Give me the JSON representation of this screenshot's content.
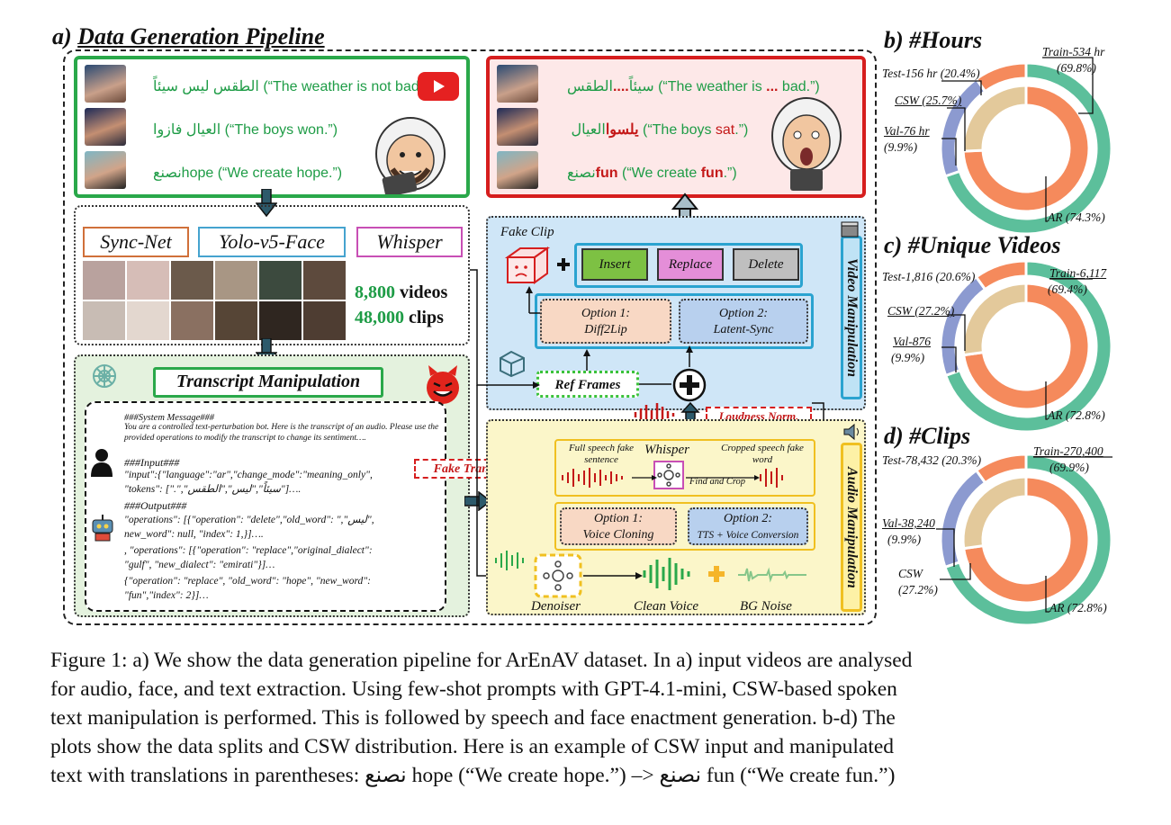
{
  "section_a": {
    "prefix": "a) ",
    "title": "Data Generation Pipeline"
  },
  "section_b": "b) #Hours",
  "section_c": "c) #Unique Videos",
  "section_d": "d) #Clips",
  "real_lines": [
    {
      "arabic": "الطقس ليس سيئاً",
      "english": " (“The weather is not bad.”)"
    },
    {
      "arabic": "العيال فازوا",
      "english": " (“The boys won.”)"
    },
    {
      "arabic": "نصنع",
      "code_word": "hope",
      "english": " (“We create hope.”)"
    }
  ],
  "fake_lines": [
    {
      "arabic_pre": "الطقس",
      "arabic_fake": "....",
      "arabic_post": "سيئاً",
      "english_pre": " (“The weather is ",
      "english_fake": "...",
      "english_post": " bad.”)"
    },
    {
      "arabic_pre": "العيال ",
      "arabic_fake": "يلسوا",
      "english_pre": " (“The boys ",
      "english_fake": "sat",
      "english_post": ".”)"
    },
    {
      "arabic_pre": "نصنع",
      "arabic_fake": "fun",
      "english_pre": " (“We create ",
      "english_fake": "fun",
      "english_post": ".”)"
    }
  ],
  "tools": [
    "Sync-Net",
    "Yolo-v5-Face",
    "Whisper"
  ],
  "stats": {
    "videos_num": "8,800",
    "videos_label": " videos",
    "clips_num": "48,000",
    "clips_label": " clips"
  },
  "transcript": {
    "title": "Transcript Manipulation",
    "fake_transcripts": "Fake Transcripts",
    "system_header": "###System Message###",
    "system_msg": "You are a controlled text-perturbation bot. Here is the transcript of an audio. Please use the provided operations to modify the transcript to change its sentiment….",
    "input_header": "###Input###",
    "input_1": "\"input\":{\"language\":\"ar\",\"change_mode\":\"meaning_only\",",
    "input_2": "\"tokens\": [\".\",\"سيئاً\",\"ليس\",\"الطقس\"]….",
    "output_header": "###Output###",
    "output_1": "\"operations\": [{\"operation\": \"delete\",\"old_word\": \",\"ليس\",",
    "output_2": "new_word\": null, \"index\": 1,}]….",
    "output_3": ", \"operations\": [{\"operation\": \"replace\",\"original_dialect\":",
    "output_4": "\"gulf\", \"new_dialect\": \"emirati\"}]…",
    "output_5": "{\"operation\": \"replace\", \"old_word\": \"hope\", \"new_word\":",
    "output_6": "\"fun\",\"index\": 2}]…"
  },
  "video": {
    "fake_clip": "Fake Clip",
    "ops": [
      "Insert",
      "Replace",
      "Delete"
    ],
    "opt1": [
      "Option 1:",
      "Diff2Lip"
    ],
    "opt2": [
      "Option 2:",
      "Latent-Sync"
    ],
    "ref_frames": "Ref Frames",
    "title": "Video Manipulation",
    "loudness": "Loudness Norm."
  },
  "audio": {
    "title": "Audio Manipulation",
    "full_speech": "Full speech fake sentence",
    "whisper": "Whisper",
    "cropped": "Cropped speech fake word",
    "find_crop": "Find and Crop",
    "opt1": [
      "Option 1:",
      "Voice Cloning"
    ],
    "opt2": [
      "Option 2:",
      "TTS + Voice Conversion"
    ],
    "denoiser": "Denoiser",
    "clean_voice": "Clean Voice",
    "bg_noise": "BG Noise"
  },
  "donut_labels": {
    "hours": {
      "train": "Train-534 hr",
      "train_pct": "(69.8%)",
      "test": "Test-156 hr (20.4%)",
      "csw": "CSW (25.7%)",
      "val": "Val-76 hr",
      "val_pct": "(9.9%)",
      "ar": "AR (74.3%)"
    },
    "videos": {
      "test": "Test-1,816 (20.6%)",
      "train": "Train-6,117",
      "train_pct": "(69.4%)",
      "csw": "CSW (27.2%)",
      "val": "Val-876",
      "val_pct": "(9.9%)",
      "ar": "AR (72.8%)"
    },
    "clips": {
      "train": "Train-270,400",
      "train_pct": "(69.9%)",
      "test": "Test-78,432 (20.3%)",
      "val": "Val-38,240",
      "val_pct": "(9.9%)",
      "csw": "CSW",
      "csw_pct": "(27.2%)",
      "ar": "AR (72.8%)"
    }
  },
  "chart_data": [
    {
      "type": "pie",
      "title": "#Hours",
      "outer": {
        "categories": [
          "Train",
          "Test",
          "Val"
        ],
        "values": [
          69.8,
          20.4,
          9.9
        ]
      },
      "inner": {
        "categories": [
          "AR",
          "CSW"
        ],
        "values": [
          74.3,
          25.7
        ]
      }
    },
    {
      "type": "pie",
      "title": "#Unique Videos",
      "outer": {
        "categories": [
          "Train",
          "Test",
          "Val"
        ],
        "values": [
          69.4,
          20.6,
          9.9
        ]
      },
      "inner": {
        "categories": [
          "AR",
          "CSW"
        ],
        "values": [
          72.8,
          27.2
        ]
      }
    },
    {
      "type": "pie",
      "title": "#Clips",
      "outer": {
        "categories": [
          "Train",
          "Test",
          "Val"
        ],
        "values": [
          69.9,
          20.3,
          9.9
        ]
      },
      "inner": {
        "categories": [
          "AR",
          "CSW"
        ],
        "values": [
          72.8,
          27.2
        ]
      }
    }
  ],
  "colors": {
    "train": "#5cbf9b",
    "test": "#8c9ad0",
    "val": "#f58a5c",
    "ar": "#f58a5c",
    "csw": "#e3c99b",
    "green": "#2aa84a",
    "red": "#d61e1e"
  },
  "caption": {
    "line1": "Figure 1: a) We show the data generation pipeline for ArEnAV dataset. In a) input videos are analysed",
    "line2": "for audio, face, and text extraction. Using few-shot prompts with GPT-4.1-mini, CSW-based spoken",
    "line3": "text manipulation is performed. This is followed by speech and face enactment generation. b-d) The",
    "line4": "plots show the data splits and CSW distribution. Here is an example of CSW input and manipulated",
    "line5_a": "text with translations in parentheses: ",
    "line5_ar1": "نصنع",
    "line5_b": " hope (“We create hope.”) –> ",
    "line5_ar2": "نصنع",
    "line5_c": " fun (“We create fun.”)"
  }
}
